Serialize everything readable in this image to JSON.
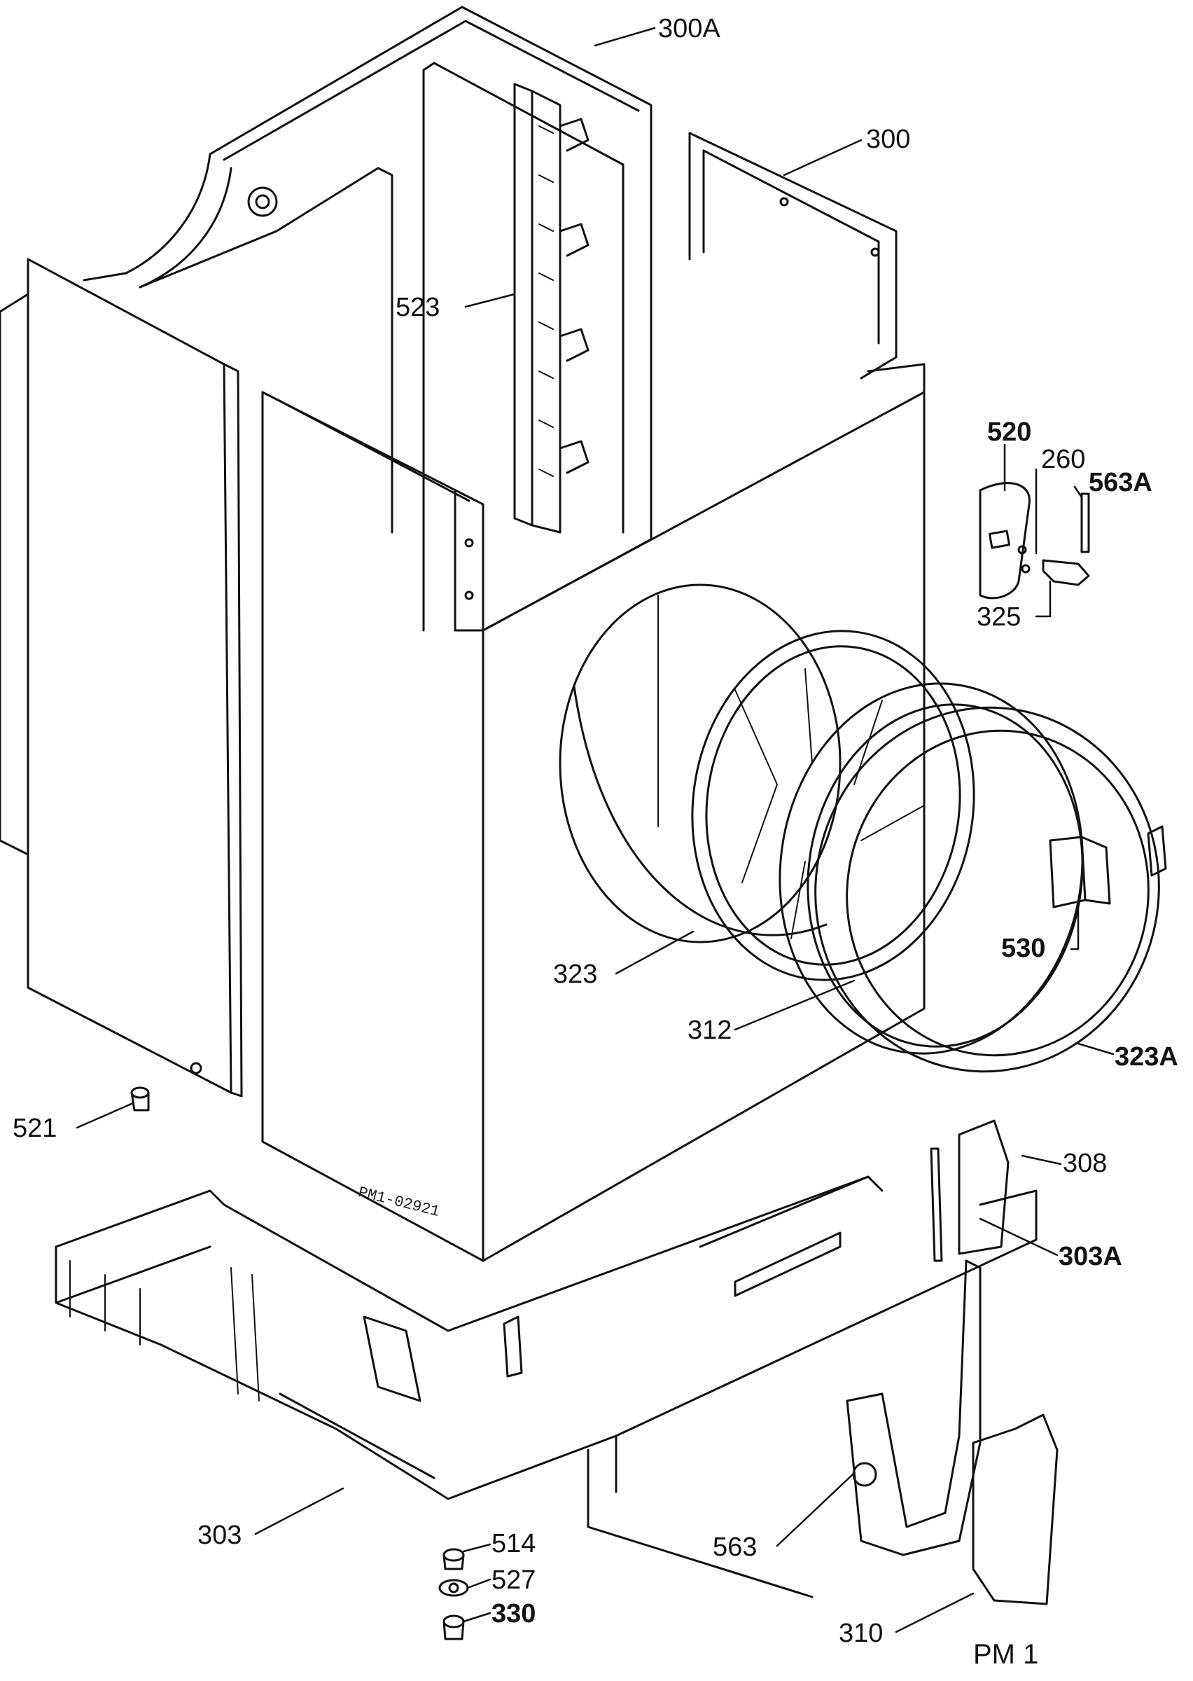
{
  "labels": {
    "l300a": "300A",
    "l300": "300",
    "l523": "523",
    "l520": "520",
    "l260": "260",
    "l563a": "563A",
    "l325": "325",
    "l323": "323",
    "l530": "530",
    "l312": "312",
    "l323a": "323A",
    "l521": "521",
    "l308": "308",
    "l303a": "303A",
    "l303": "303",
    "l514": "514",
    "l527": "527",
    "l330": "330",
    "l563": "563",
    "l310": "310"
  },
  "stamp": "PM1-02921",
  "plate": "PM 1"
}
